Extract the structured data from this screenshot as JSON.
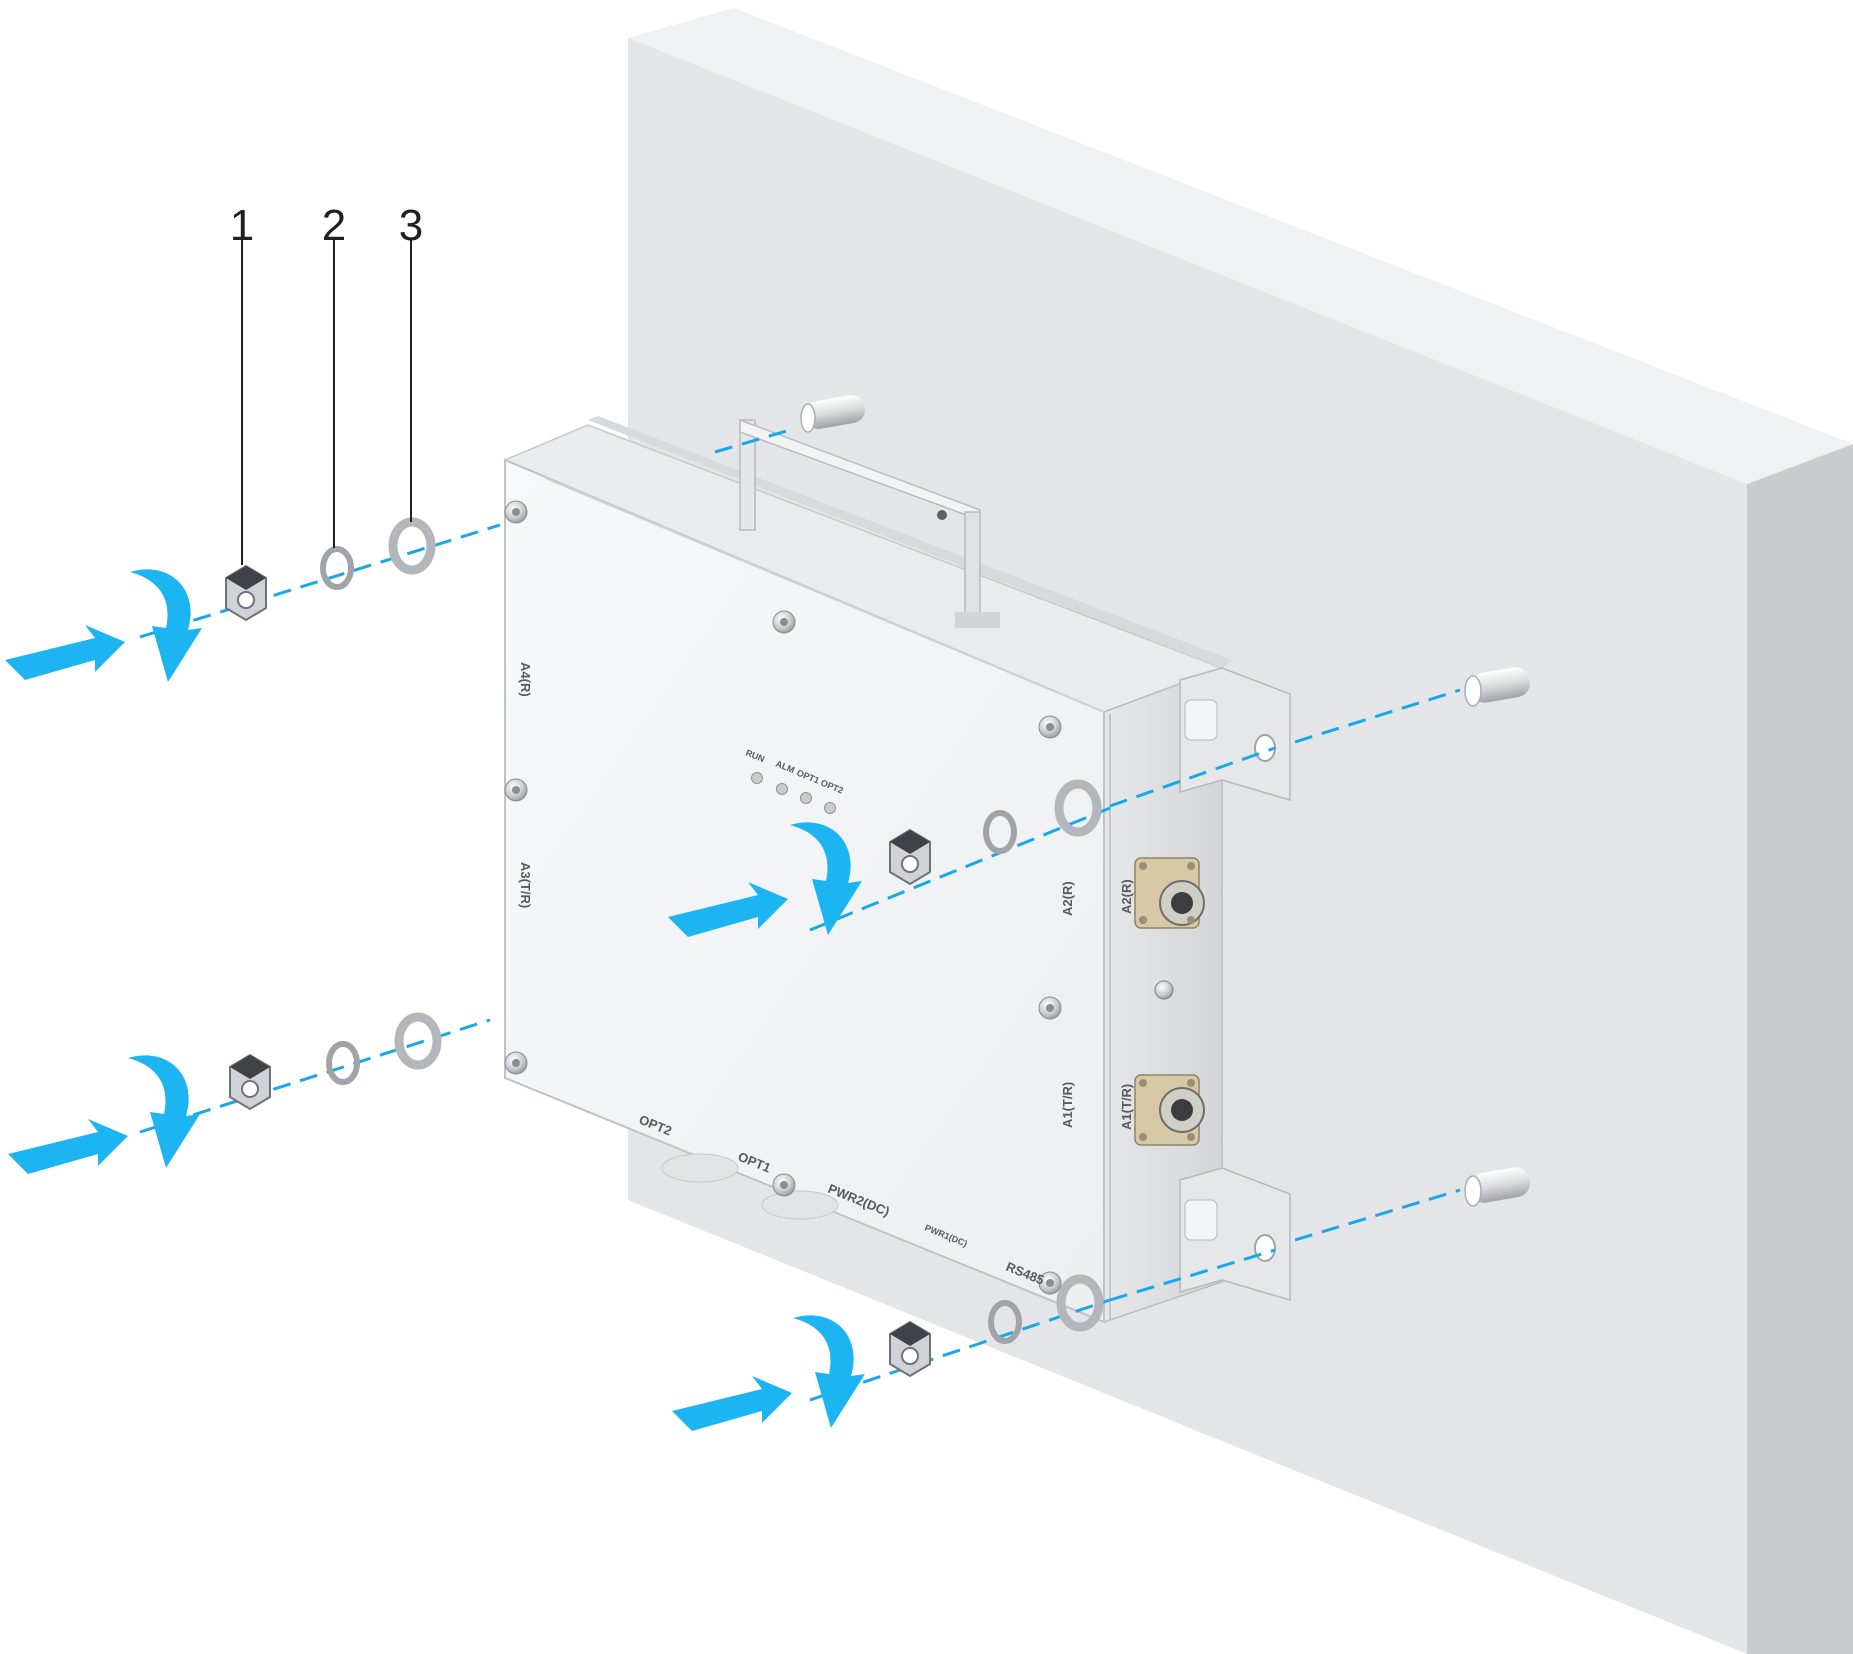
{
  "callouts": [
    {
      "number": "1"
    },
    {
      "number": "2"
    },
    {
      "number": "3"
    }
  ],
  "device": {
    "indicators": [
      "RUN",
      "ALM",
      "OPT1",
      "OPT2"
    ],
    "front_ports": {
      "a4": "A4(R)",
      "a3": "A3(T/R)",
      "a2": "A2(R)",
      "a1": "A1(T/R)"
    },
    "side_ports": {
      "a2": "A2(R)",
      "a1": "A1(T/R)"
    },
    "bottom_ports": {
      "opt2": "OPT2",
      "opt1": "OPT1",
      "pwr2": "PWR2(DC)",
      "pwr1": "PWR1(DC)",
      "rs485": "RS485"
    }
  },
  "colors": {
    "wall_front": "#e4e5e8",
    "wall_side": "#c9cbcf",
    "wall_top": "#f0f1f3",
    "device_front": "#f4f5f6",
    "device_side": "#dcdee1",
    "arrow": "#1db4f2",
    "dash": "#1aa7e8",
    "callout_text": "#231f20"
  },
  "icons": {
    "push_arrow": "push-arrow-icon",
    "rotate_arrow": "clockwise-rotate-arrow-icon",
    "nut": "hex-nut-icon",
    "spring_washer": "spring-washer-icon",
    "flat_washer": "flat-washer-icon",
    "stud": "expansion-bolt-icon"
  }
}
